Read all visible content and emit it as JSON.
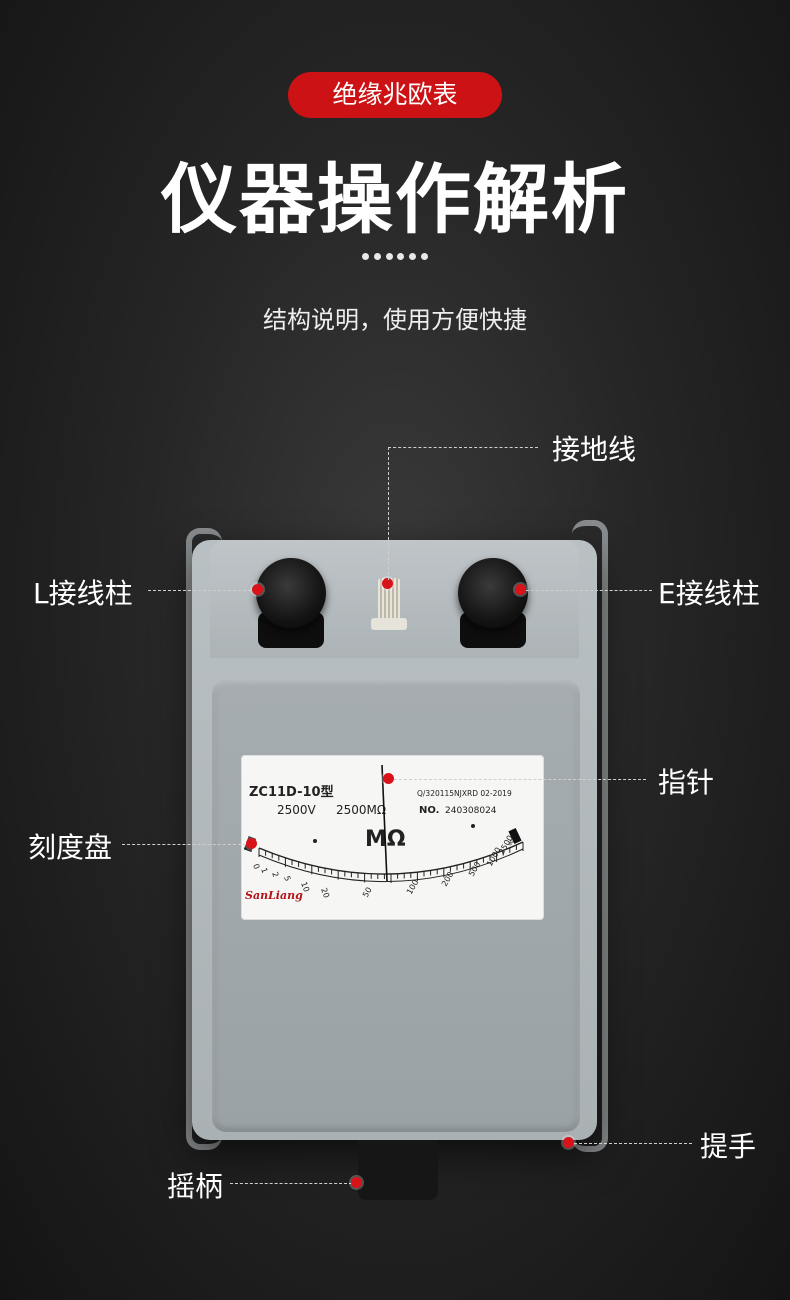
{
  "header": {
    "badge": "绝缘兆欧表",
    "title": "仪器操作解析",
    "subtitle": "结构说明，使用方便快捷"
  },
  "callouts": {
    "ground": "接地线",
    "l_terminal": "L接线柱",
    "e_terminal": "E接线柱",
    "pointer": "指针",
    "dial": "刻度盘",
    "handle": "提手",
    "crank": "摇柄"
  },
  "dial": {
    "model": "ZC11D-10型",
    "voltage": "2500V",
    "range": "2500MΩ",
    "standard": "Q/320115NJXRD 02-2019",
    "serial_label": "NO.",
    "serial": "240308024",
    "unit": "MΩ",
    "brand": "SanLiang",
    "scale_labels": [
      "0",
      "1",
      "2",
      "5",
      "10",
      "20",
      "50",
      "100",
      "200",
      "500",
      "1000",
      "2500",
      "∞"
    ]
  },
  "colors": {
    "accent_red": "#cc1214",
    "device_gray": "#aab1b4",
    "background": "#262626"
  }
}
